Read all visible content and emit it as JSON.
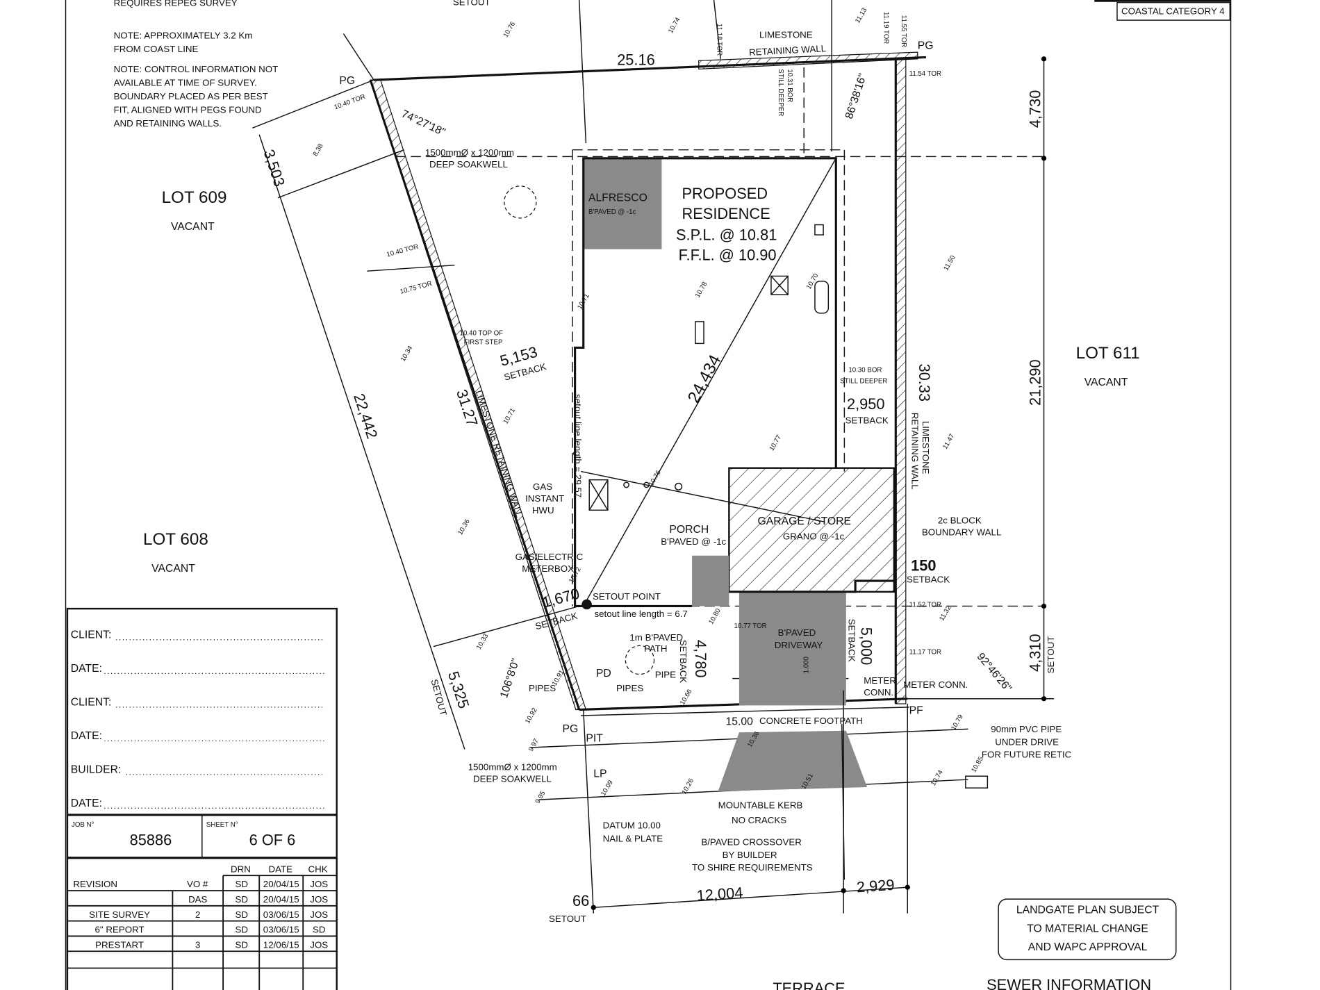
{
  "notes": {
    "repeg": "REQUIRES REPEG SURVEY",
    "coast_1": "NOTE: APPROXIMATELY 3.2 Km",
    "coast_2": "FROM COAST LINE",
    "control_1": "NOTE: CONTROL INFORMATION NOT",
    "control_2": "AVAILABLE AT TIME OF SURVEY.",
    "control_3": "BOUNDARY PLACED AS PER BEST",
    "control_4": "FIT, ALIGNED WITH PEGS FOUND",
    "control_5": "AND RETAINING WALLS.",
    "setout_top": "SETOUT",
    "coastal_category": "COASTAL CATEGORY 4",
    "landgate_1": "LANDGATE PLAN SUBJECT",
    "landgate_2": "TO MATERIAL CHANGE",
    "landgate_3": "AND WAPC APPROVAL",
    "sewer": "SEWER INFORMATION",
    "street": "TERRACE"
  },
  "lots": {
    "lot609": "LOT 609",
    "lot608": "LOT 608",
    "lot611": "LOT 611",
    "vacant": "VACANT"
  },
  "house": {
    "alfresco": "ALFRESCO",
    "alfresco_sub": "B'PAVED @ -1c",
    "proposed_1": "PROPOSED",
    "proposed_2": "RESIDENCE",
    "spl": "S.P.L. @ 10.81",
    "ffl": "F.F.L. @ 10.90",
    "porch": "PORCH",
    "porch_sub": "B'PAVED @ -1c",
    "garage": "GARAGE / STORE",
    "garage_sub": "GRANO @ -1c",
    "driveway_1": "B'PAVED",
    "driveway_2": "DRIVEWAY",
    "diagonal": "24,434",
    "setout_line_vert": "setout line length = 29.57",
    "setout_line_horiz": "setout line length = 6.7",
    "setout_point": "SETOUT POINT"
  },
  "labels": {
    "soakwell_top_1": "1500mmØ x 1200mm",
    "soakwell_top_2": "DEEP SOAKWELL",
    "soakwell_bot_1": "1500mmØ x 1200mm",
    "soakwell_bot_2": "DEEP SOAKWELL",
    "limestone_top_1": "LIMESTONE",
    "limestone_top_2": "RETAINING WALL",
    "limestone_left": "LIMESTONE RETAINING WALL",
    "limestone_right_1": "LIMESTONE",
    "limestone_right_2": "RETAINING WALL",
    "bor_top_1": "10.31 BOR",
    "bor_top_2": "STILL DEEPER",
    "bor_right_1": "10.30 BOR",
    "bor_right_2": "STILL DEEPER",
    "top_step_1": "10.40 TOP OF",
    "top_step_2": "FIRST STEP",
    "gas_1": "GAS",
    "gas_2": "INSTANT",
    "gas_3": "HWU",
    "meter_1": "GAS/ELECTRIC",
    "meter_2": "METERBOX",
    "block_wall_1": "2c BLOCK",
    "block_wall_2": "BOUNDARY WALL",
    "path_1": "1m B'PAVED",
    "path_2": "PATH",
    "pipes_l": "PIPES",
    "pipes_r": "PIPES",
    "pipe": "PIPE",
    "pd": "PD",
    "pit": "PIT",
    "lp": "LP",
    "meter_conn_1": "METER",
    "meter_conn_2": "CONN.",
    "meter_conn_r": "METER CONN.",
    "footpath": "CONCRETE FOOTPATH",
    "footpath_width": "15.00",
    "pvc_1": "90mm PVC PIPE",
    "pvc_2": "UNDER DRIVE",
    "pvc_3": "FOR FUTURE RETIC",
    "kerb_1": "MOUNTABLE KERB",
    "kerb_2": "NO CRACKS",
    "crossover_1": "B/PAVED CROSSOVER",
    "crossover_2": "BY BUILDER",
    "crossover_3": "TO SHIRE REQUIREMENTS",
    "datum_1": "DATUM 10.00",
    "datum_2": "NAIL & PLATE",
    "pg": "PG",
    "pf": "PF",
    "setout": "SETOUT",
    "setback": "SETBACK",
    "tor_1040": "10.40 TOR",
    "tor_1154": "11.54 TOR",
    "tor_1152": "11.52 TOR",
    "tor_1117": "11.17 TOR",
    "tor_1077": "10.77 TOR",
    "tor_1075": "10.75 TOR",
    "tor_1040b": "10.40 TOR",
    "tor_1118": "11.18 TOR",
    "tor_1119": "11.19 TOR",
    "tor_1155": "11.55 TOR"
  },
  "dimensions": {
    "top_boundary": "25.16",
    "angle_top_left": "74°27'18\"",
    "angle_top_right": "86°38'16\"",
    "angle_bottom_left": "106°8'0\"",
    "angle_bottom_right": "92°46'26\"",
    "left_offset": "3,503",
    "left_long": "22,442",
    "left_boundary": "31.27",
    "left_bottom": "5,325",
    "setback_left": "5,153",
    "setback_1670": "1,670",
    "setback_right": "2,950",
    "setback_150": "150",
    "right_boundary": "30.33",
    "right_top": "4,730",
    "right_mid": "21,290",
    "right_bottom": "4,310",
    "drive_setback": "5,000",
    "porch_setback": "4,780",
    "drive_width": "1.000",
    "bottom_66": "66",
    "bottom_12004": "12,004",
    "bottom_2929": "2,929"
  },
  "levels": [
    "10.76",
    "10.74",
    "11.13",
    "8.38",
    "10.34",
    "10.36",
    "10.33",
    "10.71",
    "10.78",
    "10.77",
    "10.76",
    "10.70",
    "10.72",
    "11.50",
    "11.47",
    "11.32",
    "10.71",
    "10.91",
    "10.92",
    "9.97",
    "9.95",
    "10.09",
    "10.26",
    "10.51",
    "10.79",
    "10.36",
    "10.66",
    "10.80",
    "10.74",
    "10.85"
  ],
  "title_block": {
    "fields": [
      "CLIENT:",
      "DATE:",
      "CLIENT:",
      "DATE:",
      "BUILDER:",
      "DATE:"
    ],
    "job_label": "JOB N°",
    "job_value": "85886",
    "sheet_label": "SHEET N°",
    "sheet_value": "6 OF 6",
    "headers": {
      "drn": "DRN",
      "date": "DATE",
      "chk": "CHK",
      "revision": "REVISION",
      "vo": "VO #"
    },
    "revisions": [
      {
        "revision": "",
        "vo": "",
        "drn": "SD",
        "date": "20/04/15",
        "chk": "JOS"
      },
      {
        "revision": "",
        "vo": "DAS",
        "drn": "SD",
        "date": "20/04/15",
        "chk": "JOS"
      },
      {
        "revision": "SITE SURVEY",
        "vo": "2",
        "drn": "SD",
        "date": "03/06/15",
        "chk": "JOS"
      },
      {
        "revision": "6\" REPORT",
        "vo": "",
        "drn": "SD",
        "date": "03/06/15",
        "chk": "SD"
      },
      {
        "revision": "PRESTART",
        "vo": "3",
        "drn": "SD",
        "date": "12/06/15",
        "chk": "JOS"
      }
    ]
  },
  "colors": {
    "ink": "#111111",
    "fill_gray": "#8a8a8a",
    "paper": "#ffffff"
  }
}
